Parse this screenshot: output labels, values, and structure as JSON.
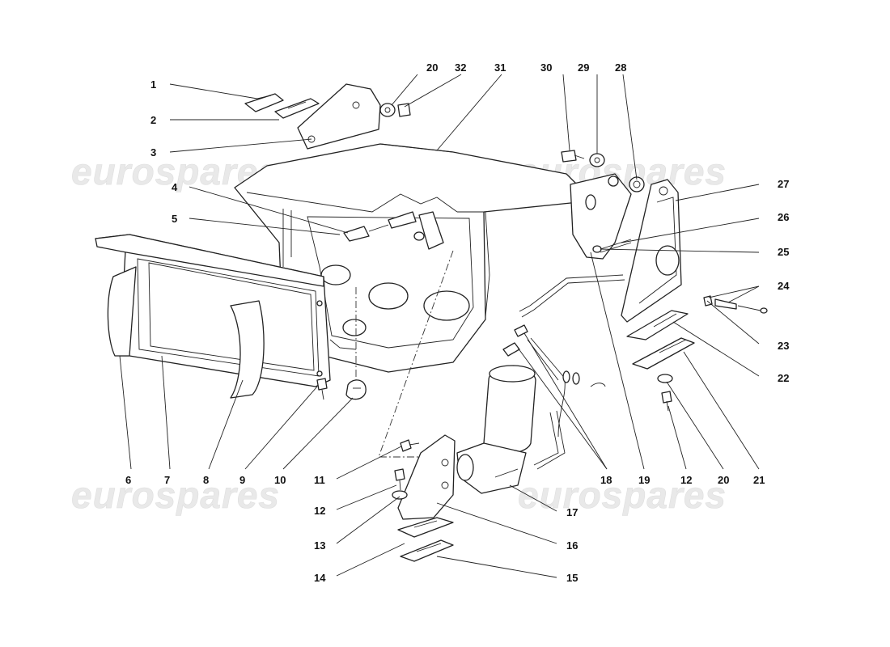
{
  "watermark": {
    "text": "eurospares",
    "color": "#e6e6e6"
  },
  "callouts": [
    {
      "id": "c1",
      "label": "1"
    },
    {
      "id": "c2",
      "label": "2"
    },
    {
      "id": "c3",
      "label": "3"
    },
    {
      "id": "c4",
      "label": "4"
    },
    {
      "id": "c5",
      "label": "5"
    },
    {
      "id": "c6",
      "label": "6"
    },
    {
      "id": "c7",
      "label": "7"
    },
    {
      "id": "c8",
      "label": "8"
    },
    {
      "id": "c9",
      "label": "9"
    },
    {
      "id": "c10",
      "label": "10"
    },
    {
      "id": "c11",
      "label": "11"
    },
    {
      "id": "c12a",
      "label": "12"
    },
    {
      "id": "c12b",
      "label": "12"
    },
    {
      "id": "c13",
      "label": "13"
    },
    {
      "id": "c14",
      "label": "14"
    },
    {
      "id": "c15",
      "label": "15"
    },
    {
      "id": "c16",
      "label": "16"
    },
    {
      "id": "c17",
      "label": "17"
    },
    {
      "id": "c18",
      "label": "18"
    },
    {
      "id": "c19",
      "label": "19"
    },
    {
      "id": "c20a",
      "label": "20"
    },
    {
      "id": "c20b",
      "label": "20"
    },
    {
      "id": "c21",
      "label": "21"
    },
    {
      "id": "c22",
      "label": "22"
    },
    {
      "id": "c23",
      "label": "23"
    },
    {
      "id": "c24",
      "label": "24"
    },
    {
      "id": "c25",
      "label": "25"
    },
    {
      "id": "c26",
      "label": "26"
    },
    {
      "id": "c27",
      "label": "27"
    },
    {
      "id": "c28",
      "label": "28"
    },
    {
      "id": "c29",
      "label": "29"
    },
    {
      "id": "c30",
      "label": "30"
    },
    {
      "id": "c31",
      "label": "31"
    },
    {
      "id": "c32",
      "label": "32"
    }
  ]
}
